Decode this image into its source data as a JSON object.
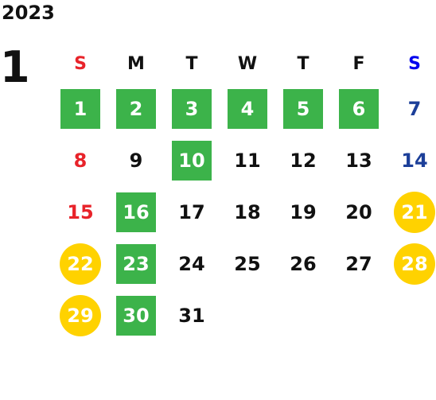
{
  "calendar": {
    "year": "2023",
    "month": "1",
    "weekdays": [
      "S",
      "M",
      "T",
      "W",
      "T",
      "F",
      "S"
    ],
    "colors": {
      "sunday": "#e8232a",
      "saturday": "#1c3f99",
      "saturday_header": "#0000ee",
      "weekday": "#111111",
      "green": "#3cb34a",
      "yellow": "#ffd200",
      "white": "#ffffff"
    },
    "weeks": [
      [
        {
          "day": "1",
          "mark": "green"
        },
        {
          "day": "2",
          "mark": "green"
        },
        {
          "day": "3",
          "mark": "green"
        },
        {
          "day": "4",
          "mark": "green"
        },
        {
          "day": "5",
          "mark": "green"
        },
        {
          "day": "6",
          "mark": "green"
        },
        {
          "day": "7",
          "mark": ""
        }
      ],
      [
        {
          "day": "8",
          "mark": ""
        },
        {
          "day": "9",
          "mark": ""
        },
        {
          "day": "10",
          "mark": "green"
        },
        {
          "day": "11",
          "mark": ""
        },
        {
          "day": "12",
          "mark": ""
        },
        {
          "day": "13",
          "mark": ""
        },
        {
          "day": "14",
          "mark": ""
        }
      ],
      [
        {
          "day": "15",
          "mark": ""
        },
        {
          "day": "16",
          "mark": "green"
        },
        {
          "day": "17",
          "mark": ""
        },
        {
          "day": "18",
          "mark": ""
        },
        {
          "day": "19",
          "mark": ""
        },
        {
          "day": "20",
          "mark": ""
        },
        {
          "day": "21",
          "mark": "yellow"
        }
      ],
      [
        {
          "day": "22",
          "mark": "yellow"
        },
        {
          "day": "23",
          "mark": "green"
        },
        {
          "day": "24",
          "mark": ""
        },
        {
          "day": "25",
          "mark": ""
        },
        {
          "day": "26",
          "mark": ""
        },
        {
          "day": "27",
          "mark": ""
        },
        {
          "day": "28",
          "mark": "yellow"
        }
      ],
      [
        {
          "day": "29",
          "mark": "yellow"
        },
        {
          "day": "30",
          "mark": "green"
        },
        {
          "day": "31",
          "mark": ""
        },
        {
          "day": "",
          "mark": ""
        },
        {
          "day": "",
          "mark": ""
        },
        {
          "day": "",
          "mark": ""
        },
        {
          "day": "",
          "mark": ""
        }
      ]
    ]
  }
}
